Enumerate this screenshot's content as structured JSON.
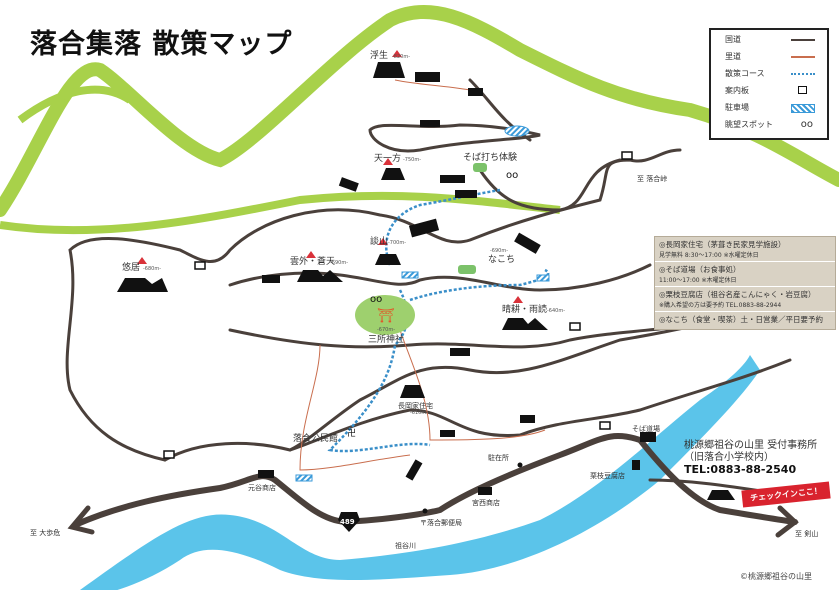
{
  "title": "落合集落 散策マップ",
  "legend": {
    "items": [
      {
        "label": "国道",
        "symbol": "national-road",
        "color": "#4a403b"
      },
      {
        "label": "里道",
        "symbol": "village-road",
        "color": "#c96e4e"
      },
      {
        "label": "散策コース",
        "symbol": "walking-course",
        "color": "#3a8fc9"
      },
      {
        "label": "案内板",
        "symbol": "signboard-icon"
      },
      {
        "label": "駐車場",
        "symbol": "parking",
        "color": "#3a9ad9"
      },
      {
        "label": "眺望スポット",
        "symbol": "binoculars-icon"
      }
    ]
  },
  "info": [
    {
      "heading": "◎長岡家住宅（茅葺き民家見学施設）",
      "detail": "見学無料 8:30〜17:00 ※水曜定休日"
    },
    {
      "heading": "◎そば道場（お食事処）",
      "detail": "11:00〜17:00 ※木曜定休日"
    },
    {
      "heading": "◎栗枝豆腐店（祖谷名産こんにゃく・岩豆腐）",
      "detail": "※購入希望の方は要予約 TEL.0883-88-2944"
    },
    {
      "heading": "◎なこち（食堂・喫茶）土・日営業／平日要予約",
      "detail": ""
    }
  ],
  "places": {
    "ukiu": {
      "name": "浮生",
      "alt": "-820m-"
    },
    "tenichi": {
      "name": "天一方",
      "alt": "-750m-"
    },
    "soba_taiken": {
      "name": "そば打ち体験"
    },
    "danzan": {
      "name": "談山",
      "alt": "-700m-"
    },
    "nakochi": {
      "name": "なこち",
      "alt": "-690m-"
    },
    "yukyo": {
      "name": "悠居",
      "alt": "-680m-"
    },
    "ungai": {
      "name": "雲外・蒼天",
      "alt": "-690m-"
    },
    "seiko": {
      "name": "晴耕・雨読",
      "alt": "-640m-"
    },
    "shrine": {
      "name": "三所神社",
      "alt": "-670m-"
    },
    "nagaoka": {
      "name": "長岡家住宅",
      "alt": "-610m-"
    },
    "kominkan": {
      "name": "落合公民館"
    },
    "motoya": {
      "name": "元谷商店"
    },
    "chuzaisho": {
      "name": "駐在所"
    },
    "miyanishi": {
      "name": "宮西商店"
    },
    "post": {
      "name": "〒落合郵便局"
    },
    "river": {
      "name": "祖谷川"
    },
    "route": {
      "name": "489"
    },
    "to_oboke": {
      "name": "至 大歩危"
    },
    "to_ochiai_pass": {
      "name": "至 落合峠"
    },
    "to_tsurugi": {
      "name": "至 剣山"
    },
    "soba_dojo": {
      "name": "そば道場"
    },
    "tofu": {
      "name": "栗枝豆腐店"
    }
  },
  "office": {
    "name": "桃源郷祖谷の山里 受付事務所",
    "sub": "（旧落合小学校内）",
    "tel": "TEL:0883-88-2540",
    "checkin": "チェックインここ！"
  },
  "copyright": "©桃源郷祖谷の山里",
  "colors": {
    "mountain": "#a8d14a",
    "river": "#5bc4ea",
    "road": "#4a403b",
    "village_road": "#c96e4e",
    "course": "#3a8fc9",
    "peak": "#d9323a",
    "green": "#7cc26a",
    "checkin": "#d9232e"
  }
}
